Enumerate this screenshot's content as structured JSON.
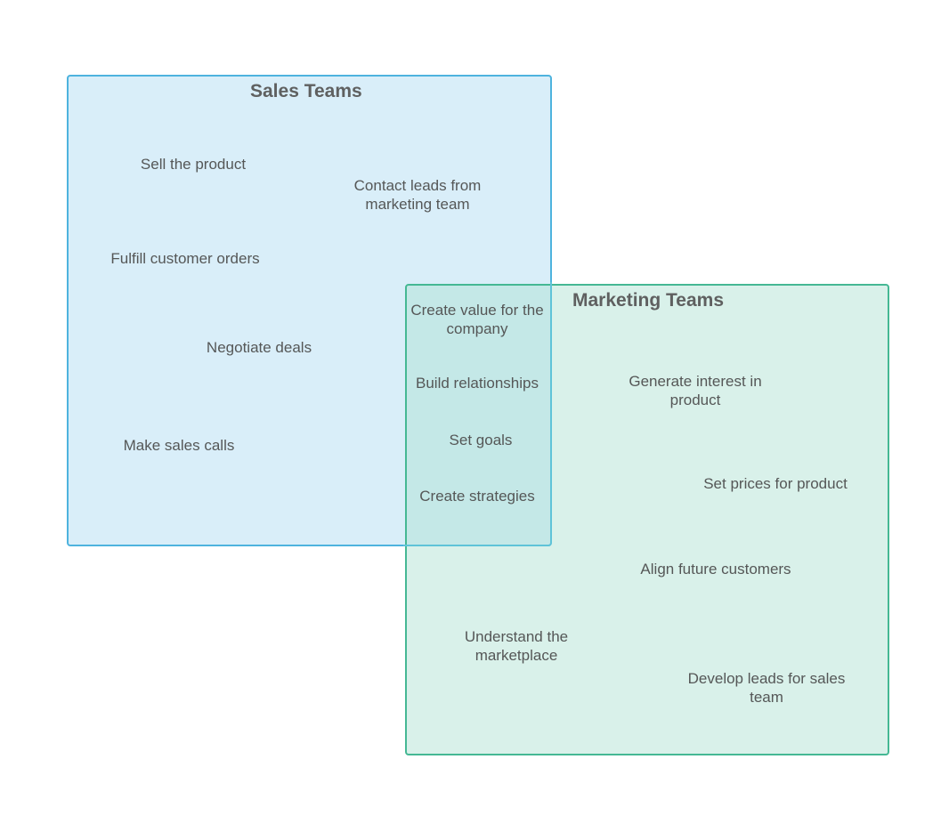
{
  "sales": {
    "title": "Sales Teams",
    "items": [
      "Sell the product",
      "Contact leads from marketing team",
      "Fulfill customer orders",
      "Negotiate deals",
      "Make sales calls"
    ]
  },
  "marketing": {
    "title": "Marketing Teams",
    "items": [
      "Generate interest in product",
      "Set prices for product",
      "Align future customers",
      "Understand the marketplace",
      "Develop leads for sales team"
    ]
  },
  "shared": {
    "items": [
      "Create value for the company",
      "Build relationships",
      "Set goals",
      "Create strategies"
    ]
  },
  "colors": {
    "sales_fill": "#dbeef8",
    "sales_border": "#4eb3de",
    "marketing_fill": "#d8f0ea",
    "marketing_border": "#45b894",
    "overlap_fill": "#c6e8e6",
    "text": "#555757"
  }
}
